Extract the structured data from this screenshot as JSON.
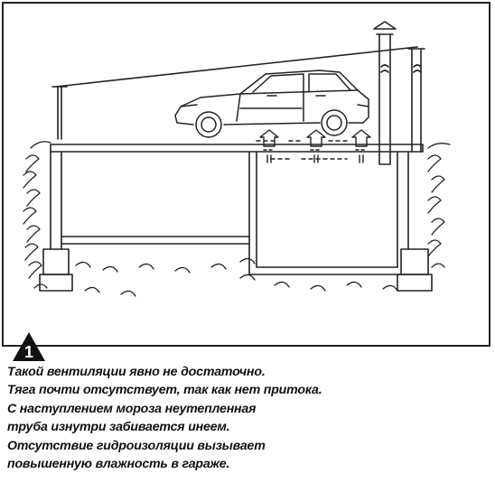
{
  "figure": {
    "number": "1",
    "caption_lines": [
      "Такой вентиляции явно не достаточно.",
      "Тяга почти отсутствует, так как нет притока.",
      "С наступлением мороза неутепленная",
      "труба изнутри забивается инеем.",
      "Отсутствие гидроизоляции вызывает",
      "повышенную влажность в гараже."
    ]
  },
  "colors": {
    "ink": "#222222",
    "background": "#ffffff"
  }
}
